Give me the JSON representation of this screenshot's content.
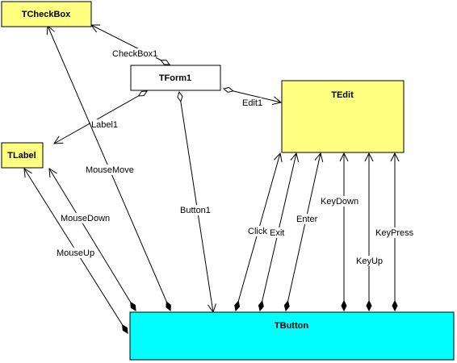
{
  "colors": {
    "yellow_box": "#ffff80",
    "white_box": "#ffffff",
    "cyan_box": "#00ffff",
    "line": "#000000",
    "background": "#ffffff"
  },
  "nodes": {
    "tcheckbox": {
      "label": "TCheckBox",
      "color": "#ffff80"
    },
    "tform1": {
      "label": "TForm1",
      "color": "#ffffff"
    },
    "tedit": {
      "label": "TEdit",
      "color": "#ffff80"
    },
    "tlabel": {
      "label": "TLabel",
      "color": "#ffff80"
    },
    "tbutton": {
      "label": "TButton",
      "color": "#00ffff"
    }
  },
  "edges": {
    "checkbox1": "CheckBox1",
    "label1": "Label1",
    "edit1": "Edit1",
    "button1": "Button1",
    "mousemove": "MouseMove",
    "mousedown": "MouseDown",
    "mouseup": "MouseUp",
    "click": "Click",
    "exit": "Exit",
    "enter": "Enter",
    "keydown": "KeyDown",
    "keyup": "KeyUp",
    "keypress": "KeyPress"
  }
}
